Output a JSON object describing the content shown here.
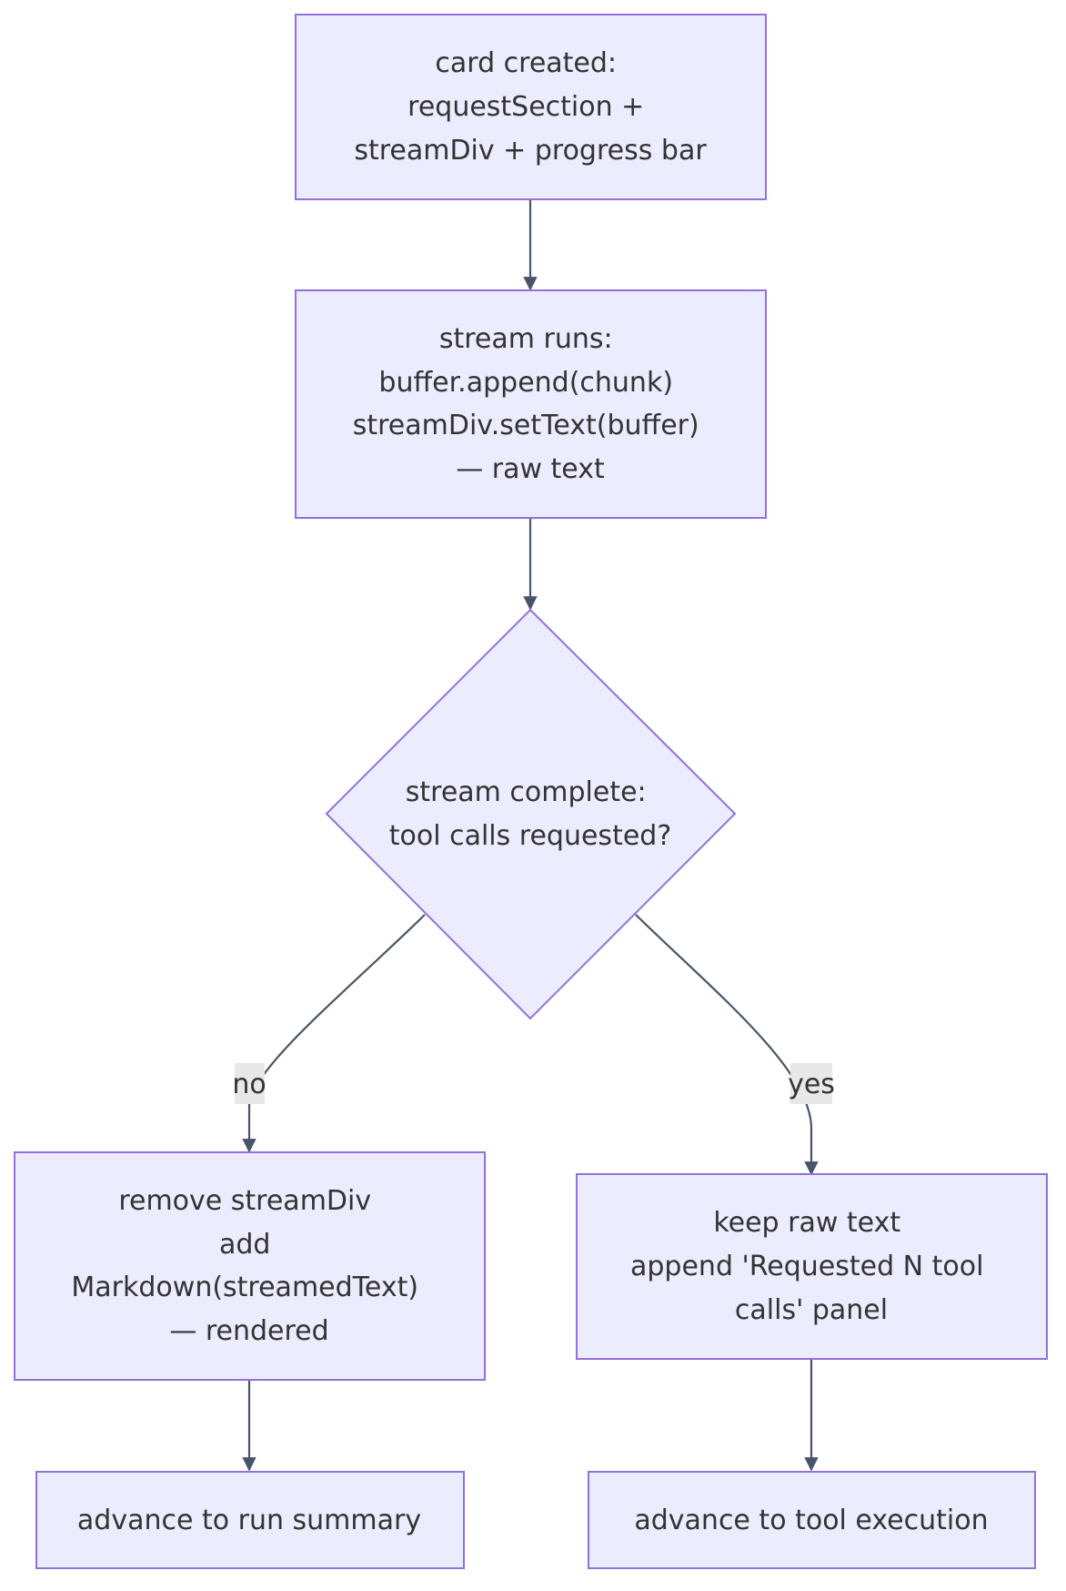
{
  "nodes": {
    "card_created": {
      "lines": [
        "card created:",
        "requestSection +",
        "streamDiv + progress bar"
      ]
    },
    "stream_runs": {
      "lines": [
        "stream runs:",
        "buffer.append(chunk)",
        "streamDiv.setText(buffer)",
        "— raw text"
      ]
    },
    "decision": {
      "lines": [
        "stream complete:",
        "tool calls requested?"
      ]
    },
    "remove_stream": {
      "lines": [
        "remove streamDiv",
        "add",
        "Markdown(streamedText)",
        "— rendered"
      ]
    },
    "keep_raw": {
      "lines": [
        "keep raw text",
        "append 'Requested N tool",
        "calls' panel"
      ]
    },
    "run_summary": {
      "lines": [
        "advance to run summary"
      ]
    },
    "tool_exec": {
      "lines": [
        "advance to tool execution"
      ]
    }
  },
  "edges": {
    "no_label": "no",
    "yes_label": "yes"
  },
  "colors": {
    "node_fill": "#ECECFF",
    "node_stroke": "#9370DB",
    "edge": "#475569",
    "text": "#333333",
    "label_bg": "#e8e8e8"
  }
}
